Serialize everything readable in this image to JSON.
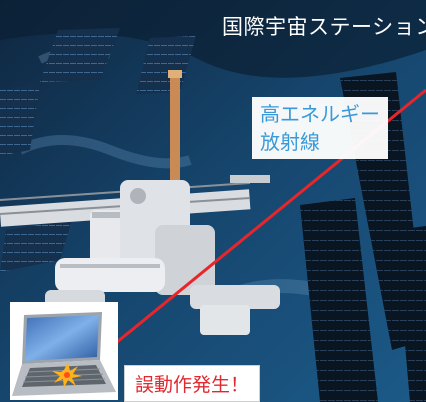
{
  "title": "国際宇宙ステーション",
  "radiation_label": {
    "line1": "高エネルギー",
    "line2": "放射線"
  },
  "malfunction_label": "誤動作発生！",
  "colors": {
    "radiation_text": "#3a9ad9",
    "malfunction_text": "#e0282e",
    "beam": "#e8262a"
  },
  "icons": [
    "space-station-illustration",
    "laptop-icon",
    "spark-impact-icon"
  ]
}
